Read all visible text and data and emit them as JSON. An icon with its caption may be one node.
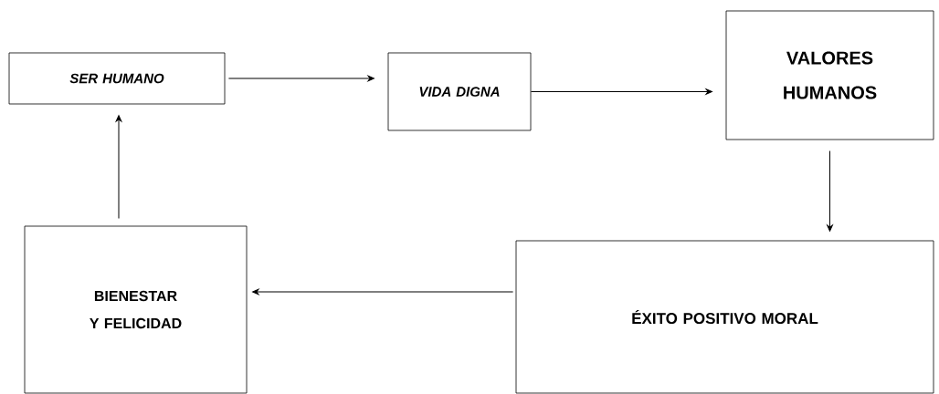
{
  "diagram": {
    "nodes": [
      {
        "text": [
          "SER HUMANO"
        ]
      },
      {
        "text": [
          "VIDA DIGNA"
        ]
      },
      {
        "text": [
          "VALORES HUMANOS"
        ]
      },
      {
        "text": [
          "BIENESTAR Y FELICIDAD"
        ]
      },
      {
        "text": [
          "ÉXITO POSITIVO MORAL"
        ]
      }
    ],
    "edges": [
      {
        "from": 0,
        "to": 1,
        "arrow": "to"
      },
      {
        "from": 1,
        "to": 2,
        "arrow": "to"
      },
      {
        "from": 2,
        "to": 4,
        "arrow": "to"
      },
      {
        "from": 4,
        "to": 3,
        "arrow": "to"
      },
      {
        "from": 3,
        "to": 0,
        "arrow": "to"
      }
    ]
  }
}
